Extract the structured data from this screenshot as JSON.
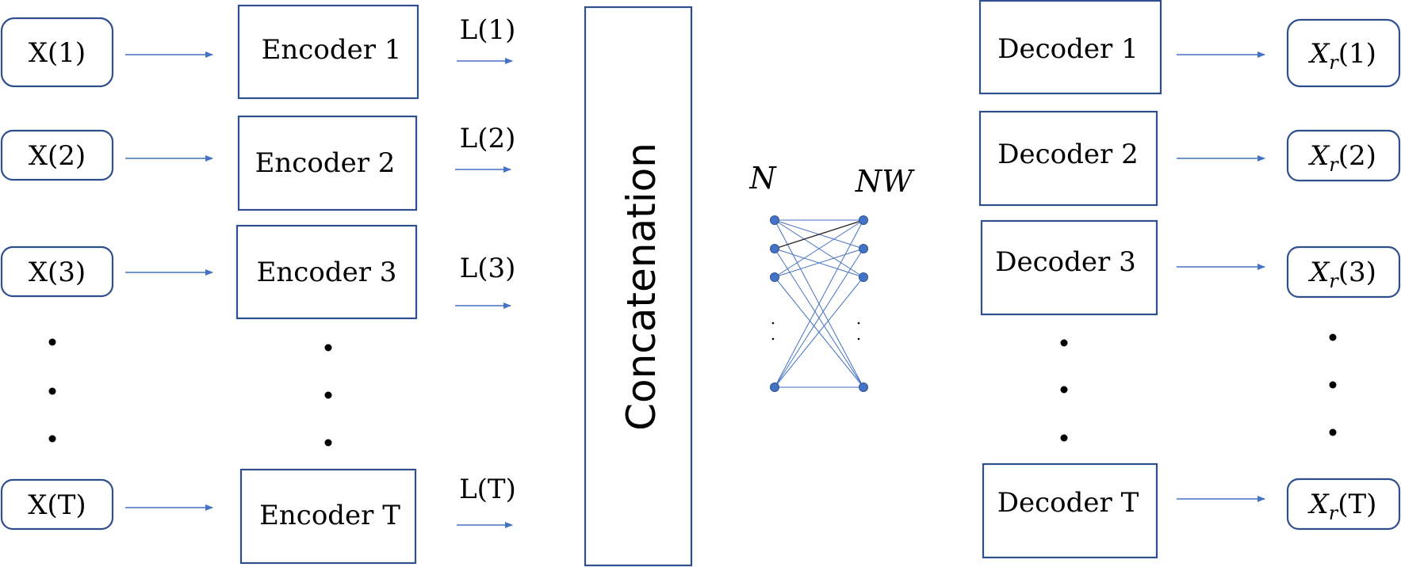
{
  "inputs": [
    "X(1)",
    "X(2)",
    "X(3)",
    "X(T)"
  ],
  "encoders": [
    "Encoder 1",
    "Encoder 2",
    "Encoder 3",
    "Encoder T"
  ],
  "latents": [
    "L(1)",
    "L(2)",
    "L(3)",
    "L(T)"
  ],
  "concat_label": "Concatenation",
  "network": {
    "left_label": "N",
    "right_label": "NW"
  },
  "decoders": [
    "Decoder 1",
    "Decoder 2",
    "Decoder 3",
    "Decoder T"
  ],
  "outputs": [
    {
      "base": "X",
      "sub": "r",
      "arg": "(1)"
    },
    {
      "base": "X",
      "sub": "r",
      "arg": "(2)"
    },
    {
      "base": "X",
      "sub": "r",
      "arg": "(3)"
    },
    {
      "base": "X",
      "sub": "r",
      "arg": "(T)"
    }
  ],
  "colors": {
    "arrow": "#4472c4",
    "box_border": "#2f4f8f",
    "node": "#4472c4"
  }
}
